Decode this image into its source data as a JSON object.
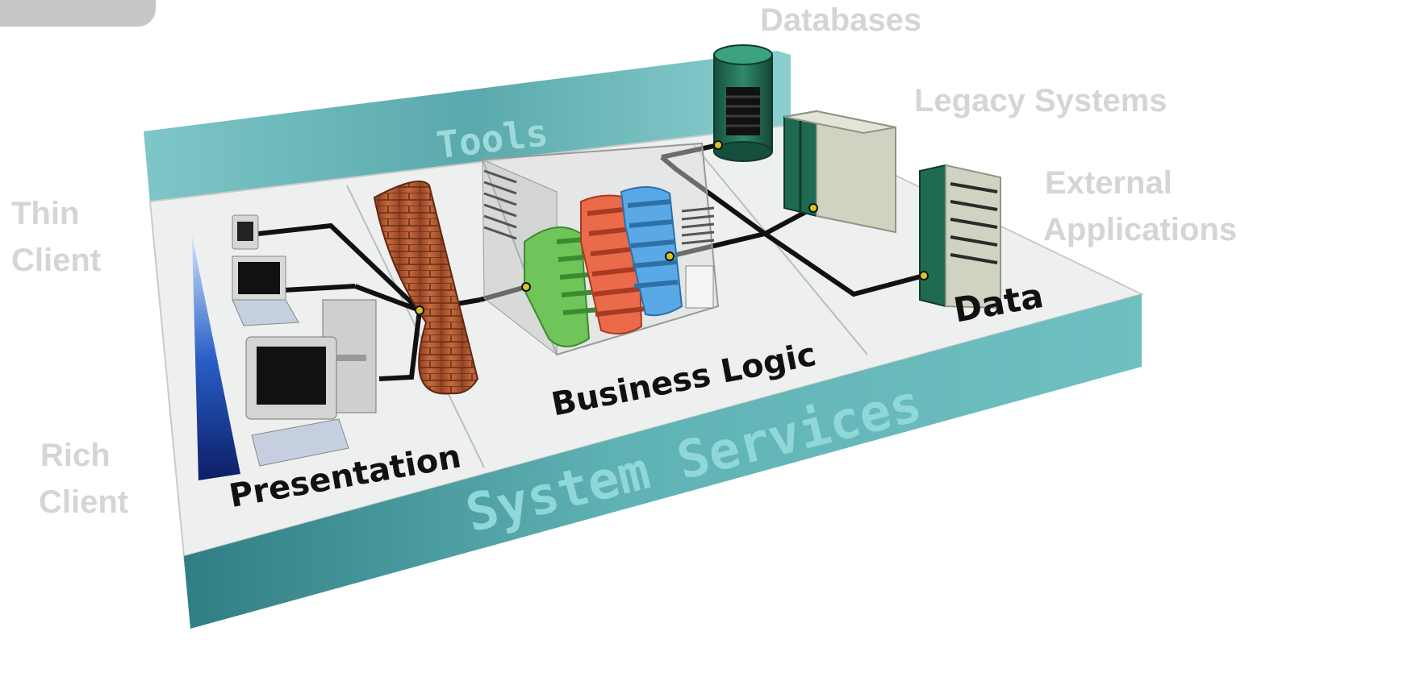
{
  "diagram": {
    "tiers": {
      "presentation": "Presentation",
      "business_logic": "Business Logic",
      "data": "Data"
    },
    "layers": {
      "tools": "Tools",
      "system_services": "System Services"
    },
    "clients": {
      "thin": [
        "Thin",
        "Client"
      ],
      "rich": [
        "Rich",
        "Client"
      ]
    },
    "data_sources": {
      "databases": "Databases",
      "legacy": "Legacy Systems",
      "external": [
        "External",
        "Applications"
      ]
    },
    "colors": {
      "platform_top": "#eef0ef",
      "wall_teal": "#5fb2b4",
      "wall_teal_dark": "#3f8c90",
      "label_gray": "#d5d5d5",
      "tools_text": "#9ddbdb",
      "system_services_text": "#8fd7d9",
      "firewall": "#b2552e",
      "gear_green": "#6fc45a",
      "gear_red": "#ea6a4a",
      "gear_blue": "#5aa8e6",
      "server_green": "#1f6b52",
      "server_beige": "#cfd4c2"
    }
  }
}
